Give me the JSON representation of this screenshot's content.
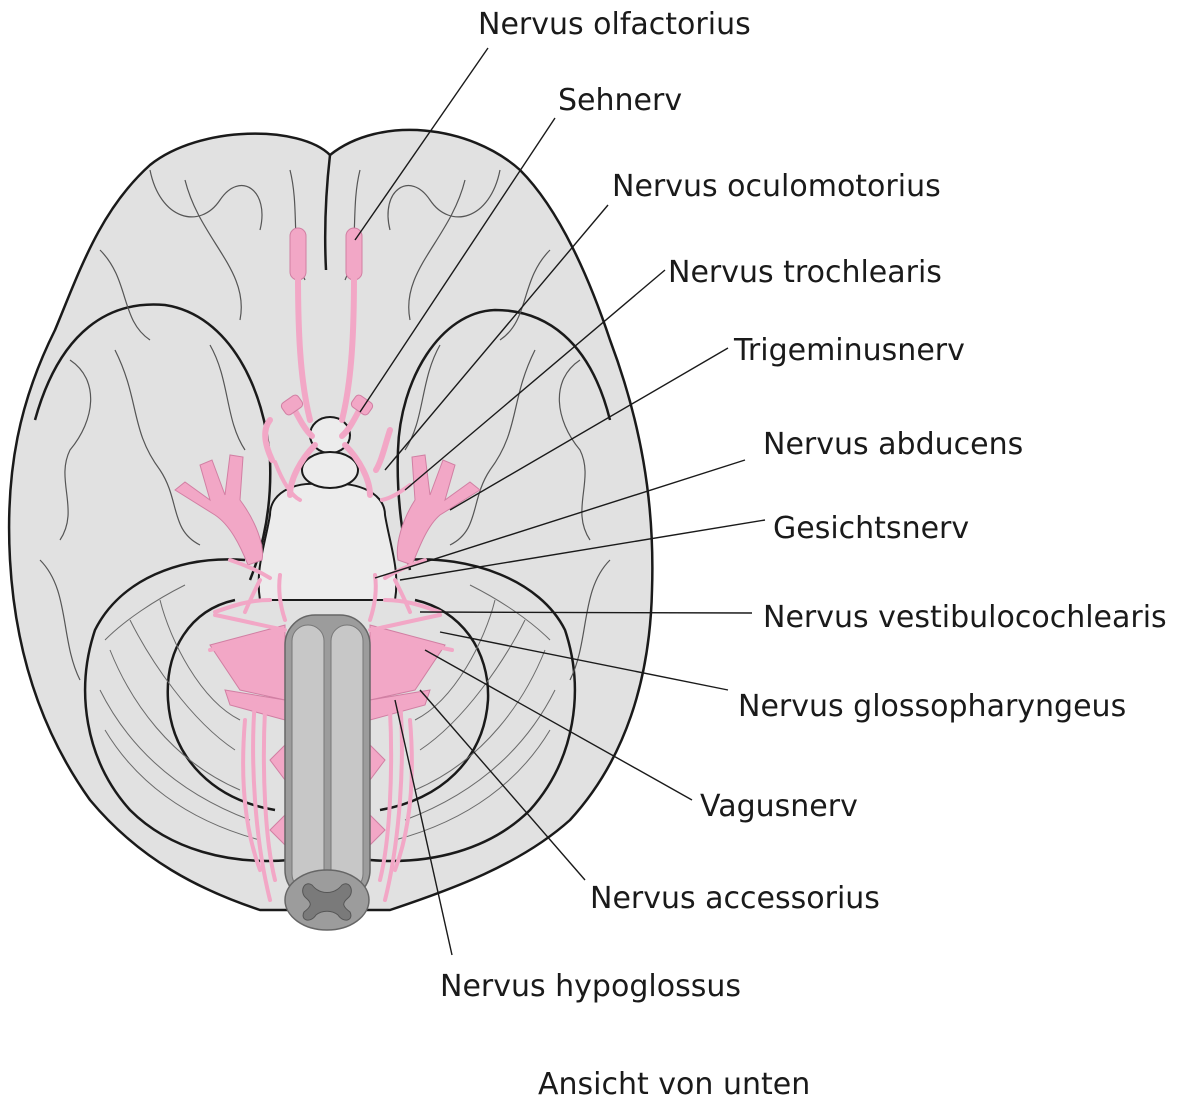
{
  "labels": [
    {
      "key": "olfactorius",
      "text": "Nervus olfactorius"
    },
    {
      "key": "sehnerv",
      "text": "Sehnerv"
    },
    {
      "key": "oculomotorius",
      "text": "Nervus oculomotorius"
    },
    {
      "key": "trochlearis",
      "text": "Nervus trochlearis"
    },
    {
      "key": "trigeminus",
      "text": "Trigeminusnerv"
    },
    {
      "key": "abducens",
      "text": "Nervus abducens"
    },
    {
      "key": "gesicht",
      "text": "Gesichtsnerv"
    },
    {
      "key": "vestibulo",
      "text": "Nervus vestibulocochlearis"
    },
    {
      "key": "glosso",
      "text": "Nervus glossopharyngeus"
    },
    {
      "key": "vagus",
      "text": "Vagusnerv"
    },
    {
      "key": "accessorius",
      "text": "Nervus accessorius"
    },
    {
      "key": "hypoglossus",
      "text": "Nervus hypoglossus"
    }
  ],
  "caption": "Ansicht von unten",
  "colors": {
    "brain": "#e1e1e1",
    "nerve": "#f2a7c6",
    "spinal_cord": "#9c9c9c"
  }
}
